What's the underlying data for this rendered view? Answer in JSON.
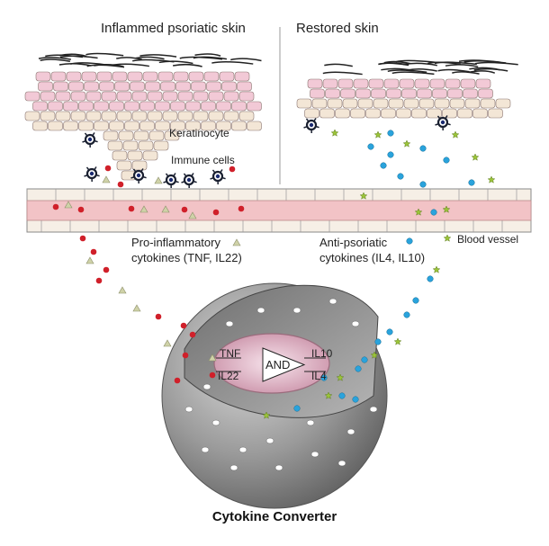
{
  "panels": {
    "left_title": "Inflammed psoriatic skin",
    "right_title": "Restored skin"
  },
  "labels": {
    "keratinocyte": "Keratinocyte",
    "immune_cells": "Immune cells",
    "blood_vessel": "Blood vessel",
    "pro_line1": "Pro-inflammatory",
    "pro_line2": "cytokines (TNF, IL22)",
    "anti_line1": "Anti-psoriatic",
    "anti_line2": "cytokines (IL4, IL10)"
  },
  "converter": {
    "gate": "AND",
    "input1": "TNF",
    "input2": "IL22",
    "output1": "IL10",
    "output2": "IL4",
    "title": "Cytokine Converter"
  },
  "colors": {
    "tnf": "#d0202a",
    "il22": "#cfd2a8",
    "il10": "#2aa3dc",
    "il4": "#9bc43a",
    "vessel": "#f2c3c6",
    "keratinocyte_pink": "#f2c9d6",
    "keratinocyte_beige": "#f3e6d6",
    "sphere": "#8c8c8c"
  }
}
